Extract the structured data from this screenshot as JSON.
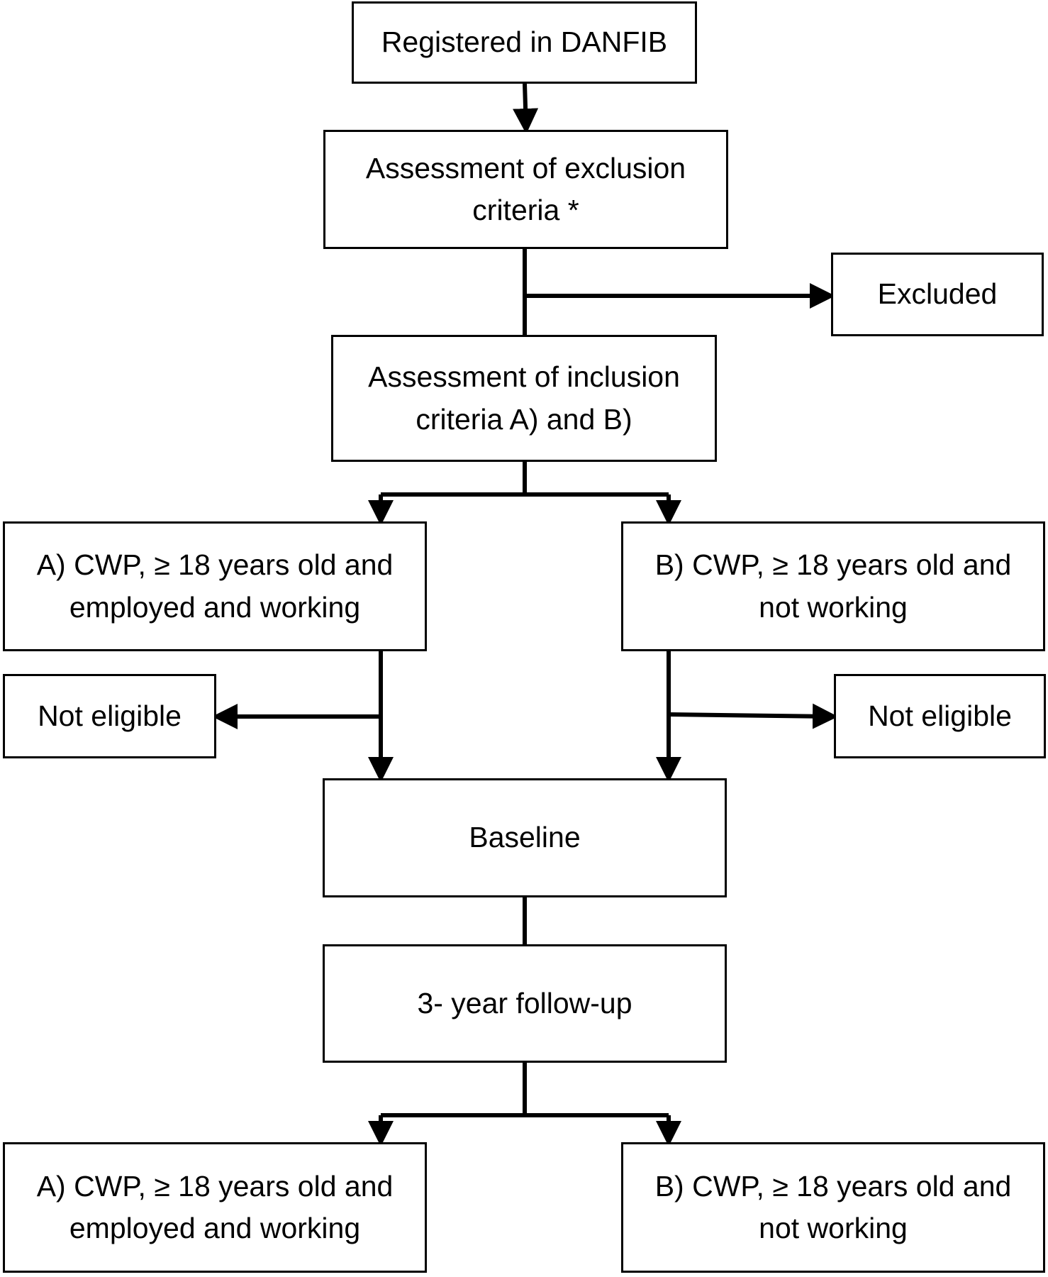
{
  "flowchart": {
    "nodes": {
      "registered": "Registered in DANFIB",
      "exclusion": "Assessment of exclusion\ncriteria *",
      "excluded": "Excluded",
      "inclusion": "Assessment of inclusion\ncriteria A) and B)",
      "group_a": "A) CWP, ≥ 18 years old and\nemployed and  working",
      "group_b": "B) CWP, ≥ 18 years old and\nnot working",
      "not_eligible_left": "Not eligible",
      "not_eligible_right": "Not eligible",
      "baseline": "Baseline",
      "followup": "3- year follow-up",
      "followup_a": "A) CWP, ≥ 18 years old and\nemployed and  working",
      "followup_b": "B) CWP, ≥ 18 years old and\nnot working"
    },
    "edges": [
      {
        "from": "registered",
        "to": "exclusion"
      },
      {
        "from": "exclusion",
        "to": "excluded"
      },
      {
        "from": "exclusion",
        "to": "inclusion"
      },
      {
        "from": "inclusion",
        "to": "group_a"
      },
      {
        "from": "inclusion",
        "to": "group_b"
      },
      {
        "from": "group_a",
        "to": "not_eligible_left"
      },
      {
        "from": "group_a",
        "to": "baseline"
      },
      {
        "from": "group_b",
        "to": "not_eligible_right"
      },
      {
        "from": "group_b",
        "to": "baseline"
      },
      {
        "from": "baseline",
        "to": "followup"
      },
      {
        "from": "followup",
        "to": "followup_a"
      },
      {
        "from": "followup",
        "to": "followup_b"
      }
    ],
    "colors": {
      "line": "#000000",
      "box_border": "#000000",
      "background": "#ffffff"
    }
  }
}
